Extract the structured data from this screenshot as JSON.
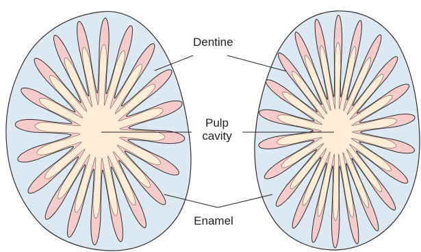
{
  "labels": {
    "dentine": "Dentine",
    "pulp_line1": "Pulp",
    "pulp_line2": "cavity",
    "enamel": "Enamel"
  },
  "colors": {
    "enamel": "#dde9f2",
    "dentine": "#f5cbcb",
    "pulp": "#fdecd6",
    "outline": "#2b2b2b",
    "leader_line": "#231f20"
  }
}
